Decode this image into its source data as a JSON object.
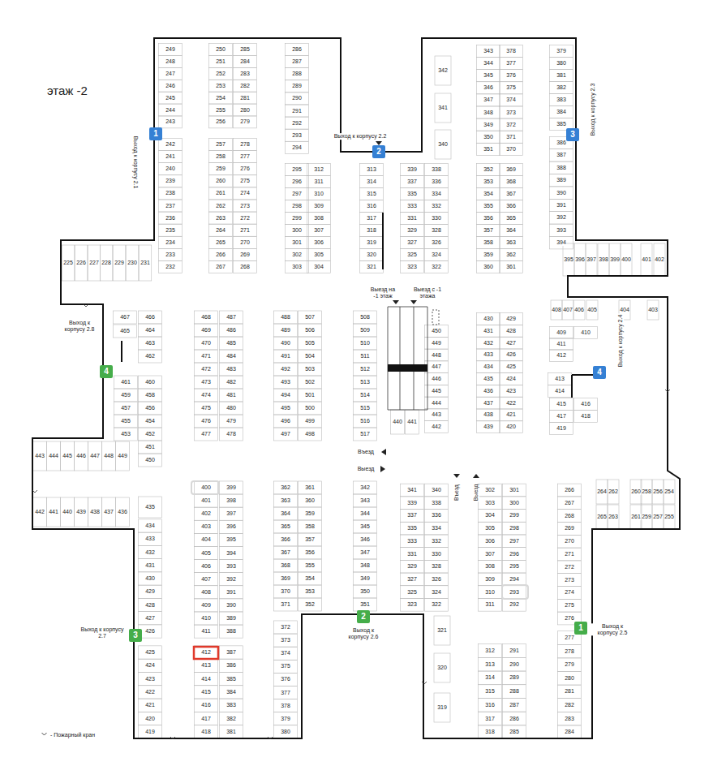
{
  "diagram": {
    "title": "этаж -2",
    "nodes": [
      {
        "text": [
          "1"
        ]
      },
      {
        "text": [
          "3"
        ]
      },
      {
        "text": [
          "2"
        ]
      },
      {
        "text": [
          "4"
        ]
      },
      {
        "text": [
          "4"
        ]
      },
      {
        "text": [
          "2"
        ]
      },
      {
        "text": [
          "1"
        ]
      },
      {
        "text": [
          "3"
        ]
      }
    ],
    "labels": [
      "249",
      "248",
      "247",
      "246",
      "245",
      "244",
      "243",
      "242",
      "241",
      "240",
      "239",
      "238",
      "237",
      "236",
      "235",
      "234",
      "233",
      "232",
      "250",
      "251",
      "252",
      "253",
      "254",
      "255",
      "256",
      "257",
      "258",
      "259",
      "260",
      "261",
      "262",
      "263",
      "264",
      "265",
      "266",
      "267",
      "285",
      "284",
      "283",
      "282",
      "281",
      "280",
      "279",
      "278",
      "277",
      "276",
      "275",
      "274",
      "273",
      "272",
      "271",
      "270",
      "269",
      "268",
      "286",
      "287",
      "288",
      "289",
      "290",
      "291",
      "292",
      "293",
      "294",
      "295",
      "296",
      "297",
      "298",
      "299",
      "300",
      "301",
      "302",
      "303",
      "312",
      "311",
      "310",
      "309",
      "308",
      "307",
      "306",
      "305",
      "304",
      "313",
      "314",
      "315",
      "316",
      "317",
      "318",
      "319",
      "320",
      "321",
      "339",
      "337",
      "335",
      "333",
      "331",
      "329",
      "327",
      "325",
      "323",
      "338",
      "336",
      "334",
      "332",
      "330",
      "328",
      "326",
      "324",
      "322",
      "342",
      "341",
      "340",
      "343",
      "344",
      "345",
      "346",
      "347",
      "348",
      "349",
      "350",
      "351",
      "352",
      "353",
      "354",
      "355",
      "356",
      "357",
      "358",
      "359",
      "360",
      "378",
      "377",
      "376",
      "375",
      "374",
      "373",
      "372",
      "371",
      "370",
      "369",
      "368",
      "367",
      "366",
      "365",
      "364",
      "363",
      "362",
      "361",
      "379",
      "380",
      "381",
      "382",
      "383",
      "384",
      "385",
      "386",
      "387",
      "388",
      "389",
      "390",
      "391",
      "392",
      "393",
      "394",
      "395",
      "396",
      "397",
      "398",
      "399",
      "400",
      "401",
      "402",
      "225",
      "226",
      "227",
      "228",
      "229",
      "230",
      "231",
      "467",
      "465",
      "466",
      "464",
      "463",
      "462",
      "461",
      "459",
      "457",
      "455",
      "453",
      "460",
      "458",
      "456",
      "454",
      "452",
      "451",
      "450",
      "443",
      "444",
      "445",
      "446",
      "447",
      "448",
      "449",
      "468",
      "469",
      "470",
      "471",
      "472",
      "473",
      "474",
      "475",
      "476",
      "477",
      "487",
      "486",
      "485",
      "484",
      "483",
      "482",
      "481",
      "480",
      "479",
      "478",
      "488",
      "489",
      "490",
      "491",
      "492",
      "493",
      "494",
      "495",
      "496",
      "497",
      "507",
      "506",
      "505",
      "504",
      "503",
      "502",
      "501",
      "500",
      "499",
      "498",
      "508",
      "509",
      "510",
      "511",
      "512",
      "513",
      "514",
      "515",
      "516",
      "517",
      "440",
      "441",
      "450",
      "449",
      "448",
      "447",
      "446",
      "445",
      "444",
      "443",
      "442",
      "430",
      "431",
      "432",
      "433",
      "434",
      "435",
      "436",
      "437",
      "438",
      "439",
      "429",
      "428",
      "427",
      "426",
      "425",
      "424",
      "423",
      "422",
      "421",
      "420",
      "408",
      "407",
      "406",
      "405",
      "404",
      "403",
      "409",
      "410",
      "411",
      "412",
      "413",
      "414",
      "415",
      "416",
      "417",
      "418",
      "419",
      "442",
      "441",
      "440",
      "439",
      "438",
      "437",
      "436",
      "435",
      "434",
      "433",
      "432",
      "431",
      "430",
      "429",
      "428",
      "427",
      "426",
      "425",
      "424",
      "423",
      "422",
      "421",
      "420",
      "419",
      "400",
      "401",
      "402",
      "403",
      "404",
      "405",
      "406",
      "407",
      "408",
      "409",
      "410",
      "411",
      "412",
      "413",
      "414",
      "415",
      "416",
      "417",
      "418",
      "399",
      "398",
      "397",
      "396",
      "395",
      "394",
      "393",
      "392",
      "391",
      "390",
      "389",
      "388",
      "387",
      "386",
      "385",
      "384",
      "383",
      "382",
      "381",
      "362",
      "363",
      "364",
      "365",
      "366",
      "367",
      "368",
      "369",
      "370",
      "371",
      "372",
      "373",
      "374",
      "375",
      "376",
      "377",
      "378",
      "379",
      "380",
      "361",
      "360",
      "359",
      "358",
      "357",
      "356",
      "355",
      "354",
      "353",
      "352",
      "342",
      "343",
      "344",
      "345",
      "346",
      "347",
      "348",
      "349",
      "350",
      "351",
      "341",
      "339",
      "337",
      "335",
      "333",
      "331",
      "329",
      "327",
      "325",
      "323",
      "340",
      "338",
      "336",
      "334",
      "332",
      "330",
      "328",
      "326",
      "324",
      "322",
      "321",
      "320",
      "319",
      "302",
      "303",
      "304",
      "305",
      "306",
      "307",
      "308",
      "309",
      "310",
      "311",
      "312",
      "313",
      "314",
      "315",
      "316",
      "317",
      "318",
      "301",
      "300",
      "299",
      "298",
      "297",
      "296",
      "295",
      "294",
      "293",
      "292",
      "291",
      "290",
      "289",
      "288",
      "287",
      "286",
      "285",
      "266",
      "267",
      "268",
      "269",
      "270",
      "271",
      "272",
      "273",
      "274",
      "275",
      "276",
      "277",
      "278",
      "279",
      "280",
      "281",
      "282",
      "283",
      "284",
      "264",
      "262",
      "260",
      "258",
      "256",
      "254",
      "265",
      "263",
      "261",
      "259",
      "257",
      "255",
      "Выход к корпусу 2.1",
      "Выход к корпусу 2.2",
      "Выход к корпусу 2.3",
      "Выезд на -1 этаж",
      "Выезд с -1 этажа",
      "Выход к корпусу 2.8",
      "Выход к корпусу 2.4",
      "Въезд",
      "Выезд",
      "Въезд",
      "Выезд",
      "Выход к корпусу 2.7",
      "Выход к корпусу 2.6",
      "Выход к корпусу 2.5"
    ],
    "legend": [
      {
        "text": "- Пожарный кран"
      }
    ]
  }
}
